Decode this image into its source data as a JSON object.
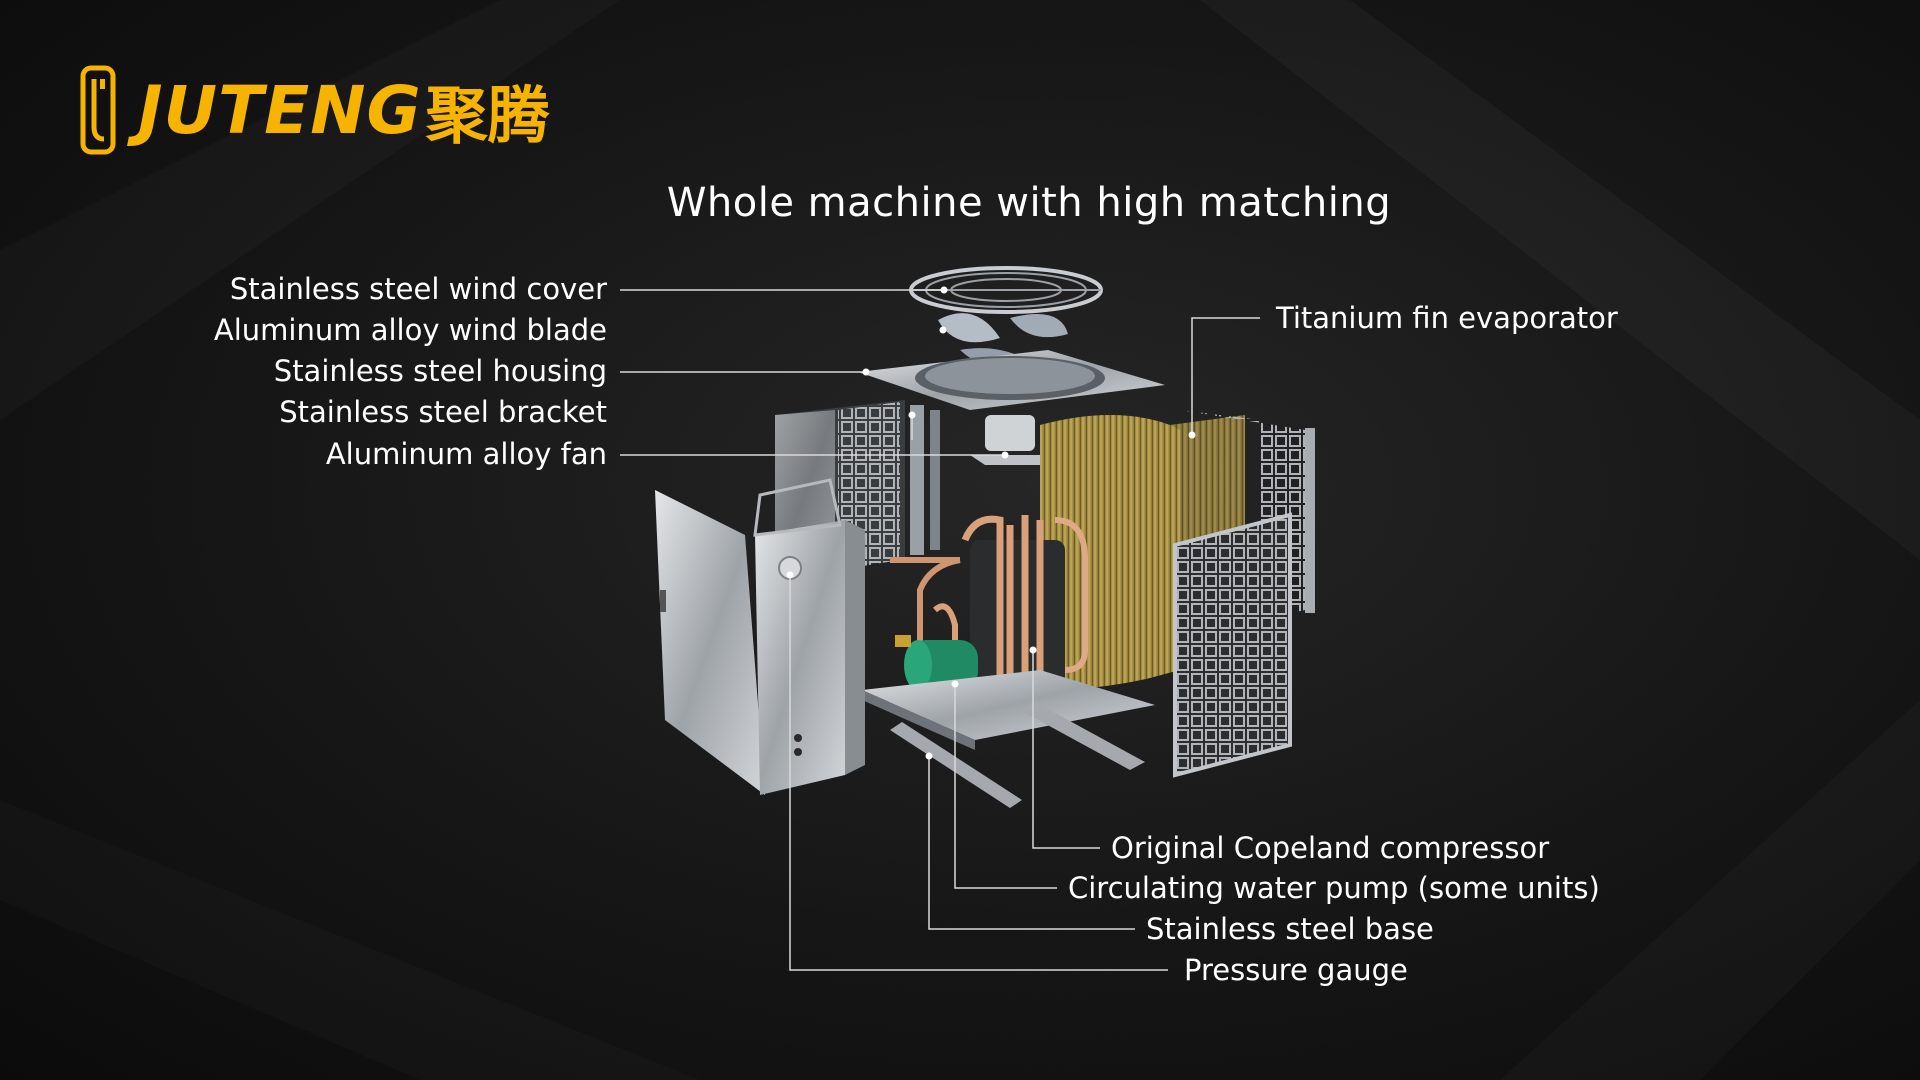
{
  "brand": {
    "name": "JUTENG",
    "name_cn": "聚腾",
    "color": "#f6b400"
  },
  "title": "Whole machine with high matching",
  "labels_left": [
    {
      "id": "wind-cover",
      "text": "Stainless steel wind cover"
    },
    {
      "id": "wind-blade",
      "text": "Aluminum alloy wind blade"
    },
    {
      "id": "housing",
      "text": "Stainless steel housing"
    },
    {
      "id": "bracket",
      "text": "Stainless steel bracket"
    },
    {
      "id": "fan",
      "text": "Aluminum alloy fan"
    }
  ],
  "labels_right": [
    {
      "id": "evaporator",
      "text": "Titanium fin evaporator"
    }
  ],
  "labels_bottom": [
    {
      "id": "compressor",
      "text": "Original Copeland compressor"
    },
    {
      "id": "water-pump",
      "text": "Circulating water pump (some units)"
    },
    {
      "id": "base",
      "text": "Stainless steel base"
    },
    {
      "id": "pressure-gauge",
      "text": "Pressure gauge"
    }
  ],
  "colors": {
    "background": "#161616",
    "text": "#ffffff",
    "leader_line": "#d9d9d9",
    "steel": "#b8bcc0",
    "copper": "#d9a07a",
    "evaporator_fin": "#b59a48",
    "pump": "#1f8a63"
  }
}
